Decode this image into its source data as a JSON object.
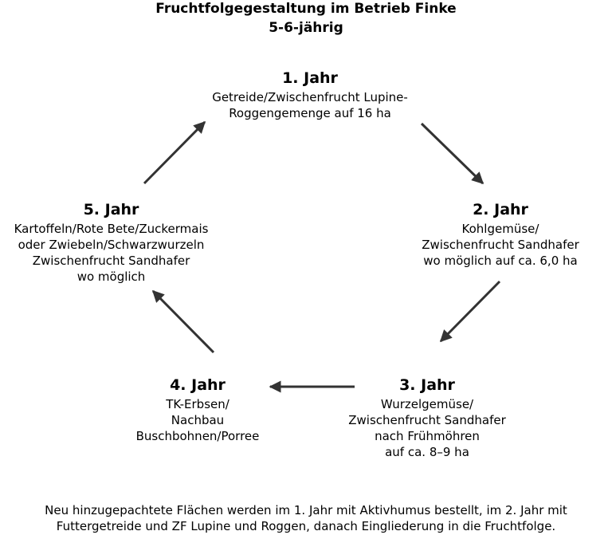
{
  "title": {
    "line1": "Fruchtfolgegestaltung im Betrieb Finke",
    "line2": "5-6-jährig"
  },
  "nodes": [
    {
      "year": "1. Jahr",
      "lines": [
        "Getreide/Zwischenfrucht Lupine-",
        "Roggengemenge auf 16 ha"
      ]
    },
    {
      "year": "2. Jahr",
      "lines": [
        "Kohlgemüse/",
        "Zwischenfrucht Sandhafer",
        "wo möglich auf ca. 6,0 ha"
      ]
    },
    {
      "year": "3. Jahr",
      "lines": [
        "Wurzelgemüse/",
        "Zwischenfrucht Sandhafer",
        "nach Frühmöhren",
        "auf ca. 8–9 ha"
      ]
    },
    {
      "year": "4. Jahr",
      "lines": [
        "TK-Erbsen/",
        "Nachbau",
        "Buschbohnen/Porree"
      ]
    },
    {
      "year": "5. Jahr",
      "lines": [
        "Kartoffeln/Rote Bete/Zuckermais",
        "oder Zwiebeln/Schwarzwurzeln",
        "Zwischenfrucht Sandhafer",
        "wo möglich"
      ]
    }
  ],
  "footer": {
    "line1": "Neu hinzugepachtete Flächen werden im 1. Jahr mit Aktivhumus bestellt, im 2. Jahr mit",
    "line2": "Futtergetreide und ZF Lupine und Roggen, danach Eingliederung in die Fruchtfolge."
  },
  "colors": {
    "arrow": "#333333",
    "text": "#000000"
  }
}
